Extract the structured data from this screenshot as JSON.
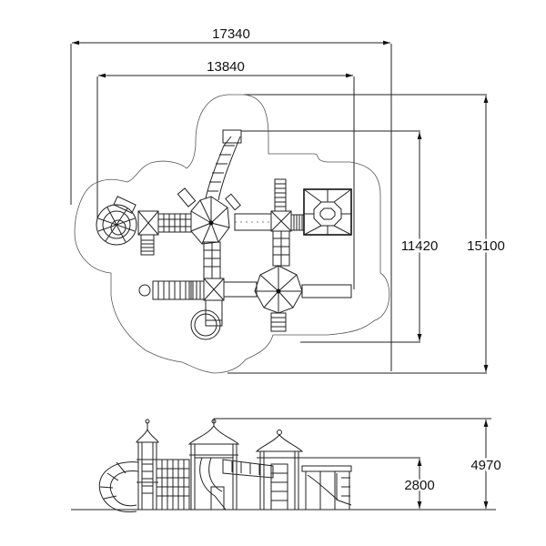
{
  "drawing": {
    "plan_view": {
      "dimensions": {
        "overall_width": "17340",
        "structure_width": "13840",
        "structure_depth": "11420",
        "overall_depth": "15100"
      }
    },
    "elevation_view": {
      "dimensions": {
        "total_height": "4970",
        "platform_height": "2800"
      }
    },
    "colors": {
      "line": "#222222",
      "background": "#ffffff"
    }
  }
}
